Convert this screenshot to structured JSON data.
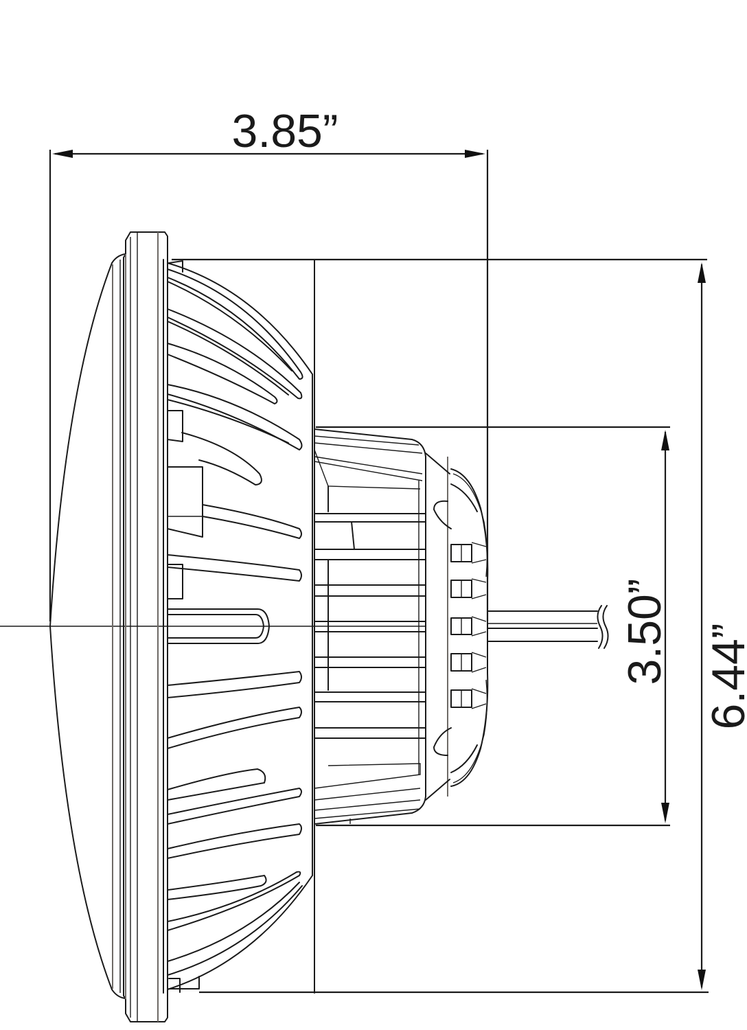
{
  "drawing": {
    "view": "side elevation",
    "line_color": "#1a1a1a",
    "background": "#ffffff"
  },
  "dimensions": {
    "depth": {
      "label": "3.85”",
      "value": 3.85,
      "unit": "in",
      "orientation": "horizontal"
    },
    "housing_diameter": {
      "label": "3.50”",
      "value": 3.5,
      "unit": "in",
      "orientation": "vertical"
    },
    "overall_diameter": {
      "label": "6.44”",
      "value": 6.44,
      "unit": "in",
      "orientation": "vertical"
    }
  }
}
